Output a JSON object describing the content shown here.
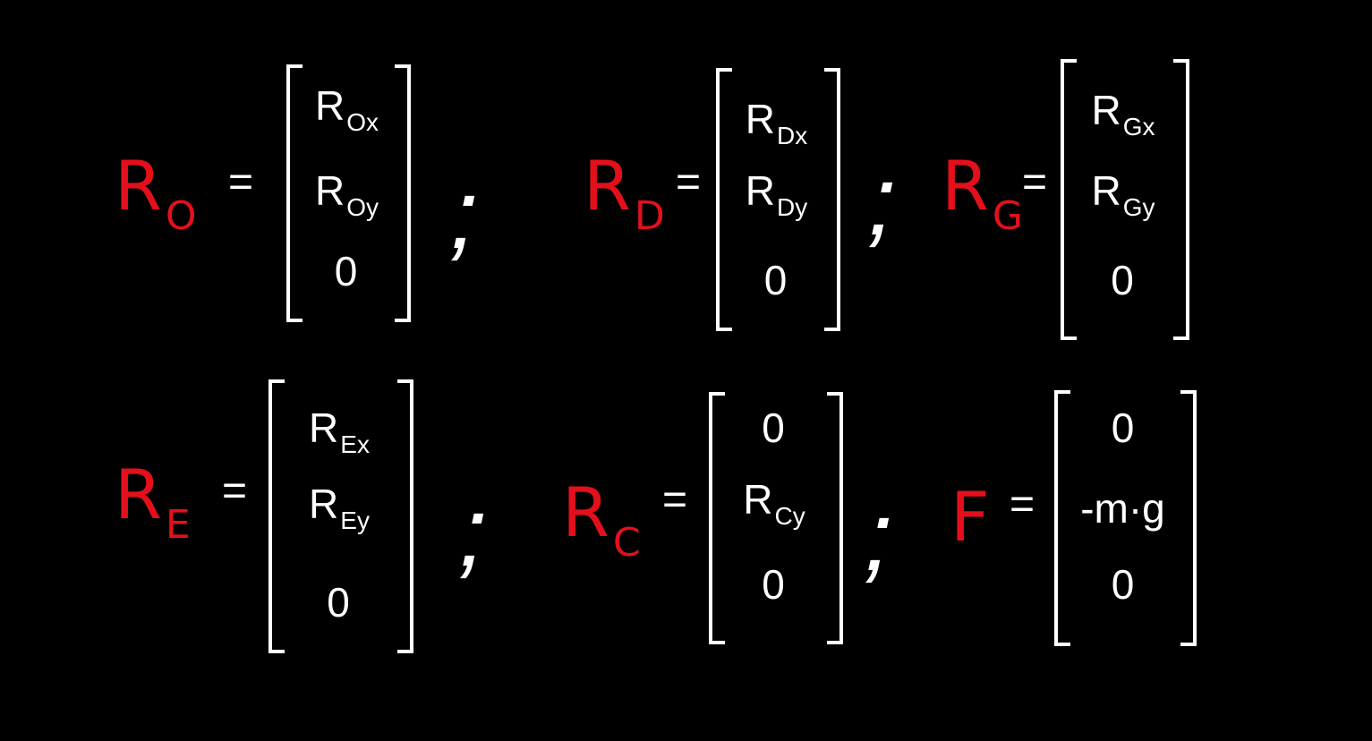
{
  "equations": [
    {
      "symbol": "R",
      "sub": "O",
      "entries": [
        {
          "main": "R",
          "sub": "Ox"
        },
        {
          "main": "R",
          "sub": "Oy"
        },
        {
          "main": "0",
          "sub": ""
        }
      ],
      "sep": ";"
    },
    {
      "symbol": "R",
      "sub": "D",
      "entries": [
        {
          "main": "R",
          "sub": "Dx"
        },
        {
          "main": "R",
          "sub": "Dy"
        },
        {
          "main": "0",
          "sub": ""
        }
      ],
      "sep": ";"
    },
    {
      "symbol": "R",
      "sub": "G",
      "entries": [
        {
          "main": "R",
          "sub": "Gx"
        },
        {
          "main": "R",
          "sub": "Gy"
        },
        {
          "main": "0",
          "sub": ""
        }
      ],
      "sep": ""
    },
    {
      "symbol": "R",
      "sub": "E",
      "entries": [
        {
          "main": "R",
          "sub": "Ex"
        },
        {
          "main": "R",
          "sub": "Ey"
        },
        {
          "main": "0",
          "sub": ""
        }
      ],
      "sep": ";"
    },
    {
      "symbol": "R",
      "sub": "C",
      "entries": [
        {
          "main": "0",
          "sub": ""
        },
        {
          "main": "R",
          "sub": "Cy"
        },
        {
          "main": "0",
          "sub": ""
        }
      ],
      "sep": ";"
    },
    {
      "symbol": "F",
      "sub": "",
      "entries": [
        {
          "main": "0",
          "sub": ""
        },
        {
          "main": "-m·g",
          "sub": ""
        },
        {
          "main": "0",
          "sub": ""
        }
      ],
      "sep": ""
    }
  ],
  "equals": "=",
  "colors": {
    "symbol": "#e3101c",
    "text": "#ffffff",
    "background": "#000000"
  }
}
